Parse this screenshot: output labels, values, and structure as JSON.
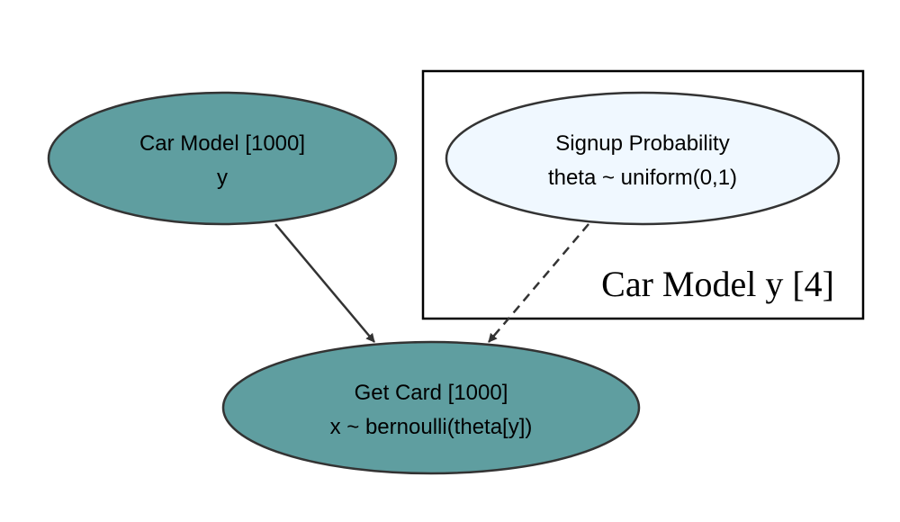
{
  "colors": {
    "observed_fill": "#5f9ea0",
    "latent_fill": "#f0f8ff",
    "stroke": "#333333",
    "plate_stroke": "#000000",
    "background": "#ffffff"
  },
  "plate": {
    "label": "Car Model y [4]"
  },
  "nodes": {
    "car_model": {
      "line1": "Car Model [1000]",
      "line2": "y"
    },
    "signup_probability": {
      "line1": "Signup Probability",
      "line2": "theta ~ uniform(0,1)"
    },
    "get_card": {
      "line1": "Get Card [1000]",
      "line2": "x ~ bernoulli(theta[y])"
    }
  },
  "edges": [
    {
      "from": "car_model",
      "to": "get_card",
      "style": "solid"
    },
    {
      "from": "signup_probability",
      "to": "get_card",
      "style": "dashed"
    }
  ]
}
